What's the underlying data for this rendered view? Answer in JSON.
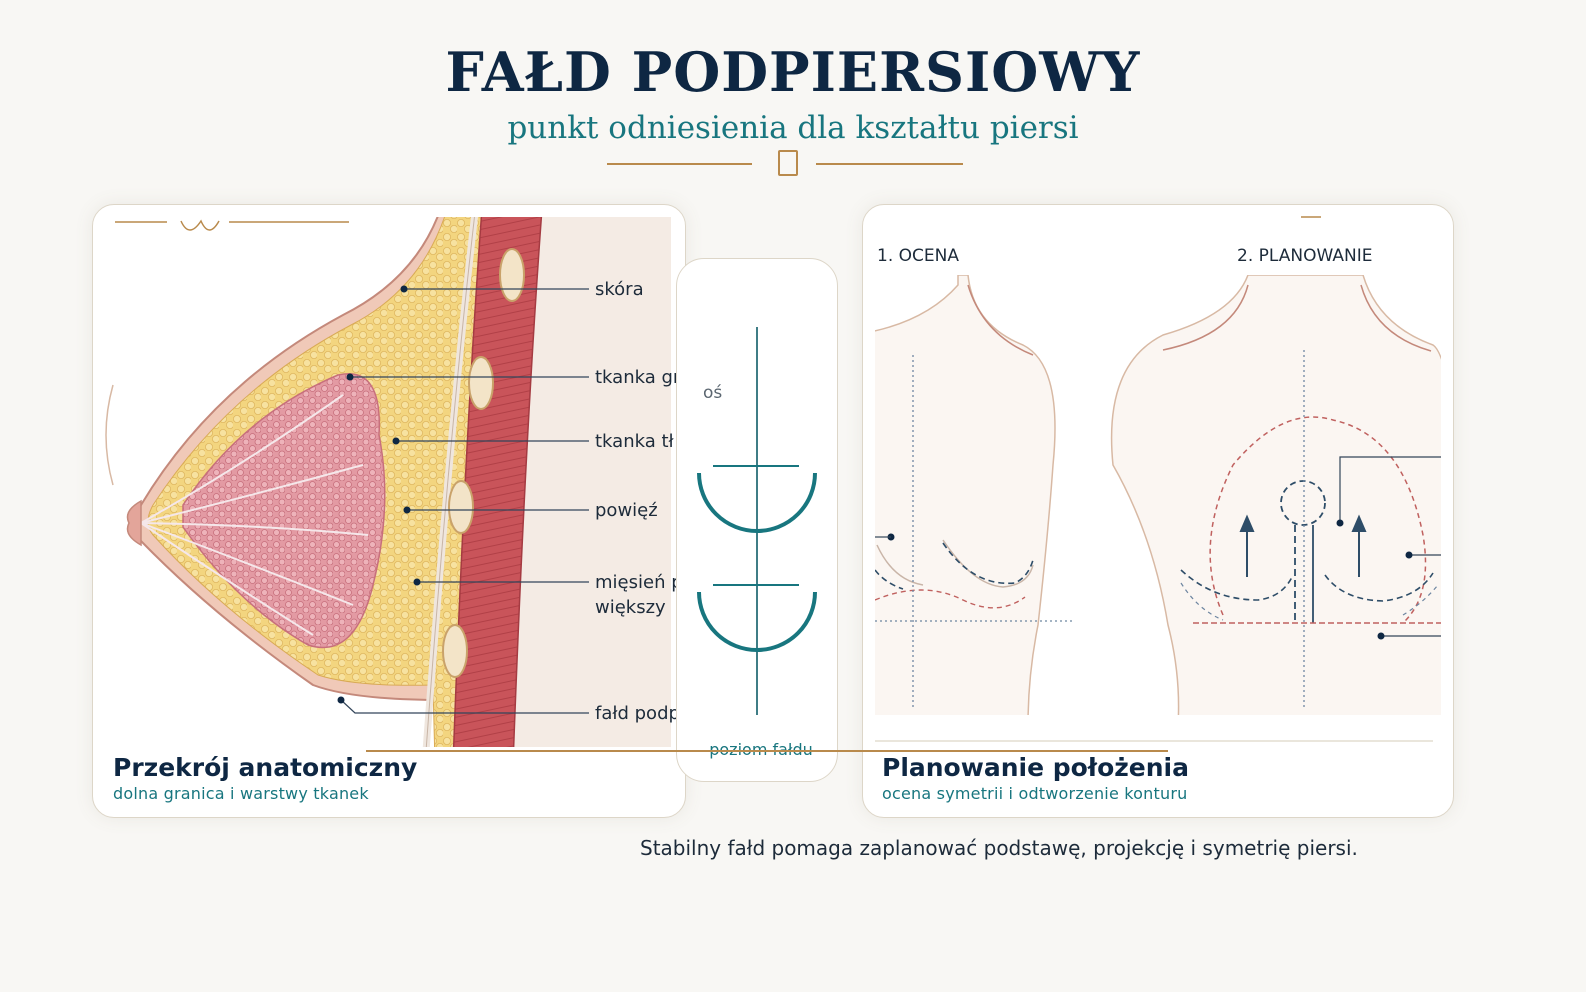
{
  "header": {
    "title": "FAŁD PODPIERSIOWY",
    "subtitle": "punkt odniesienia dla kształtu piersi"
  },
  "anatomy_panel": {
    "labels": [
      "skóra",
      "tkanka gr",
      "tkanka tł",
      "powięź",
      "mięsień p",
      "większy",
      "fałd podp"
    ],
    "caption_title": "Przekrój anatomiczny",
    "caption_subtitle": "dolna granica i warstwy tkanek"
  },
  "axis_panel": {
    "axis_label": "oś",
    "fold_label": "poziom fałdu"
  },
  "planning_panel": {
    "step1": "1. OCENA",
    "step2": "2. PLANOWANIE",
    "caption_title": "Planowanie położenia",
    "caption_subtitle": "ocena symetrii i odtworzenie konturu"
  },
  "footer": {
    "note": "Stabilny fałd pomaga zaplanować podstawę, projekcję i symetrię piersi."
  },
  "colors": {
    "navy": "#0e2743",
    "teal": "#18767f",
    "gold": "#b98a4c",
    "muscle": "#c9545a",
    "fat": "#f1d27d"
  }
}
